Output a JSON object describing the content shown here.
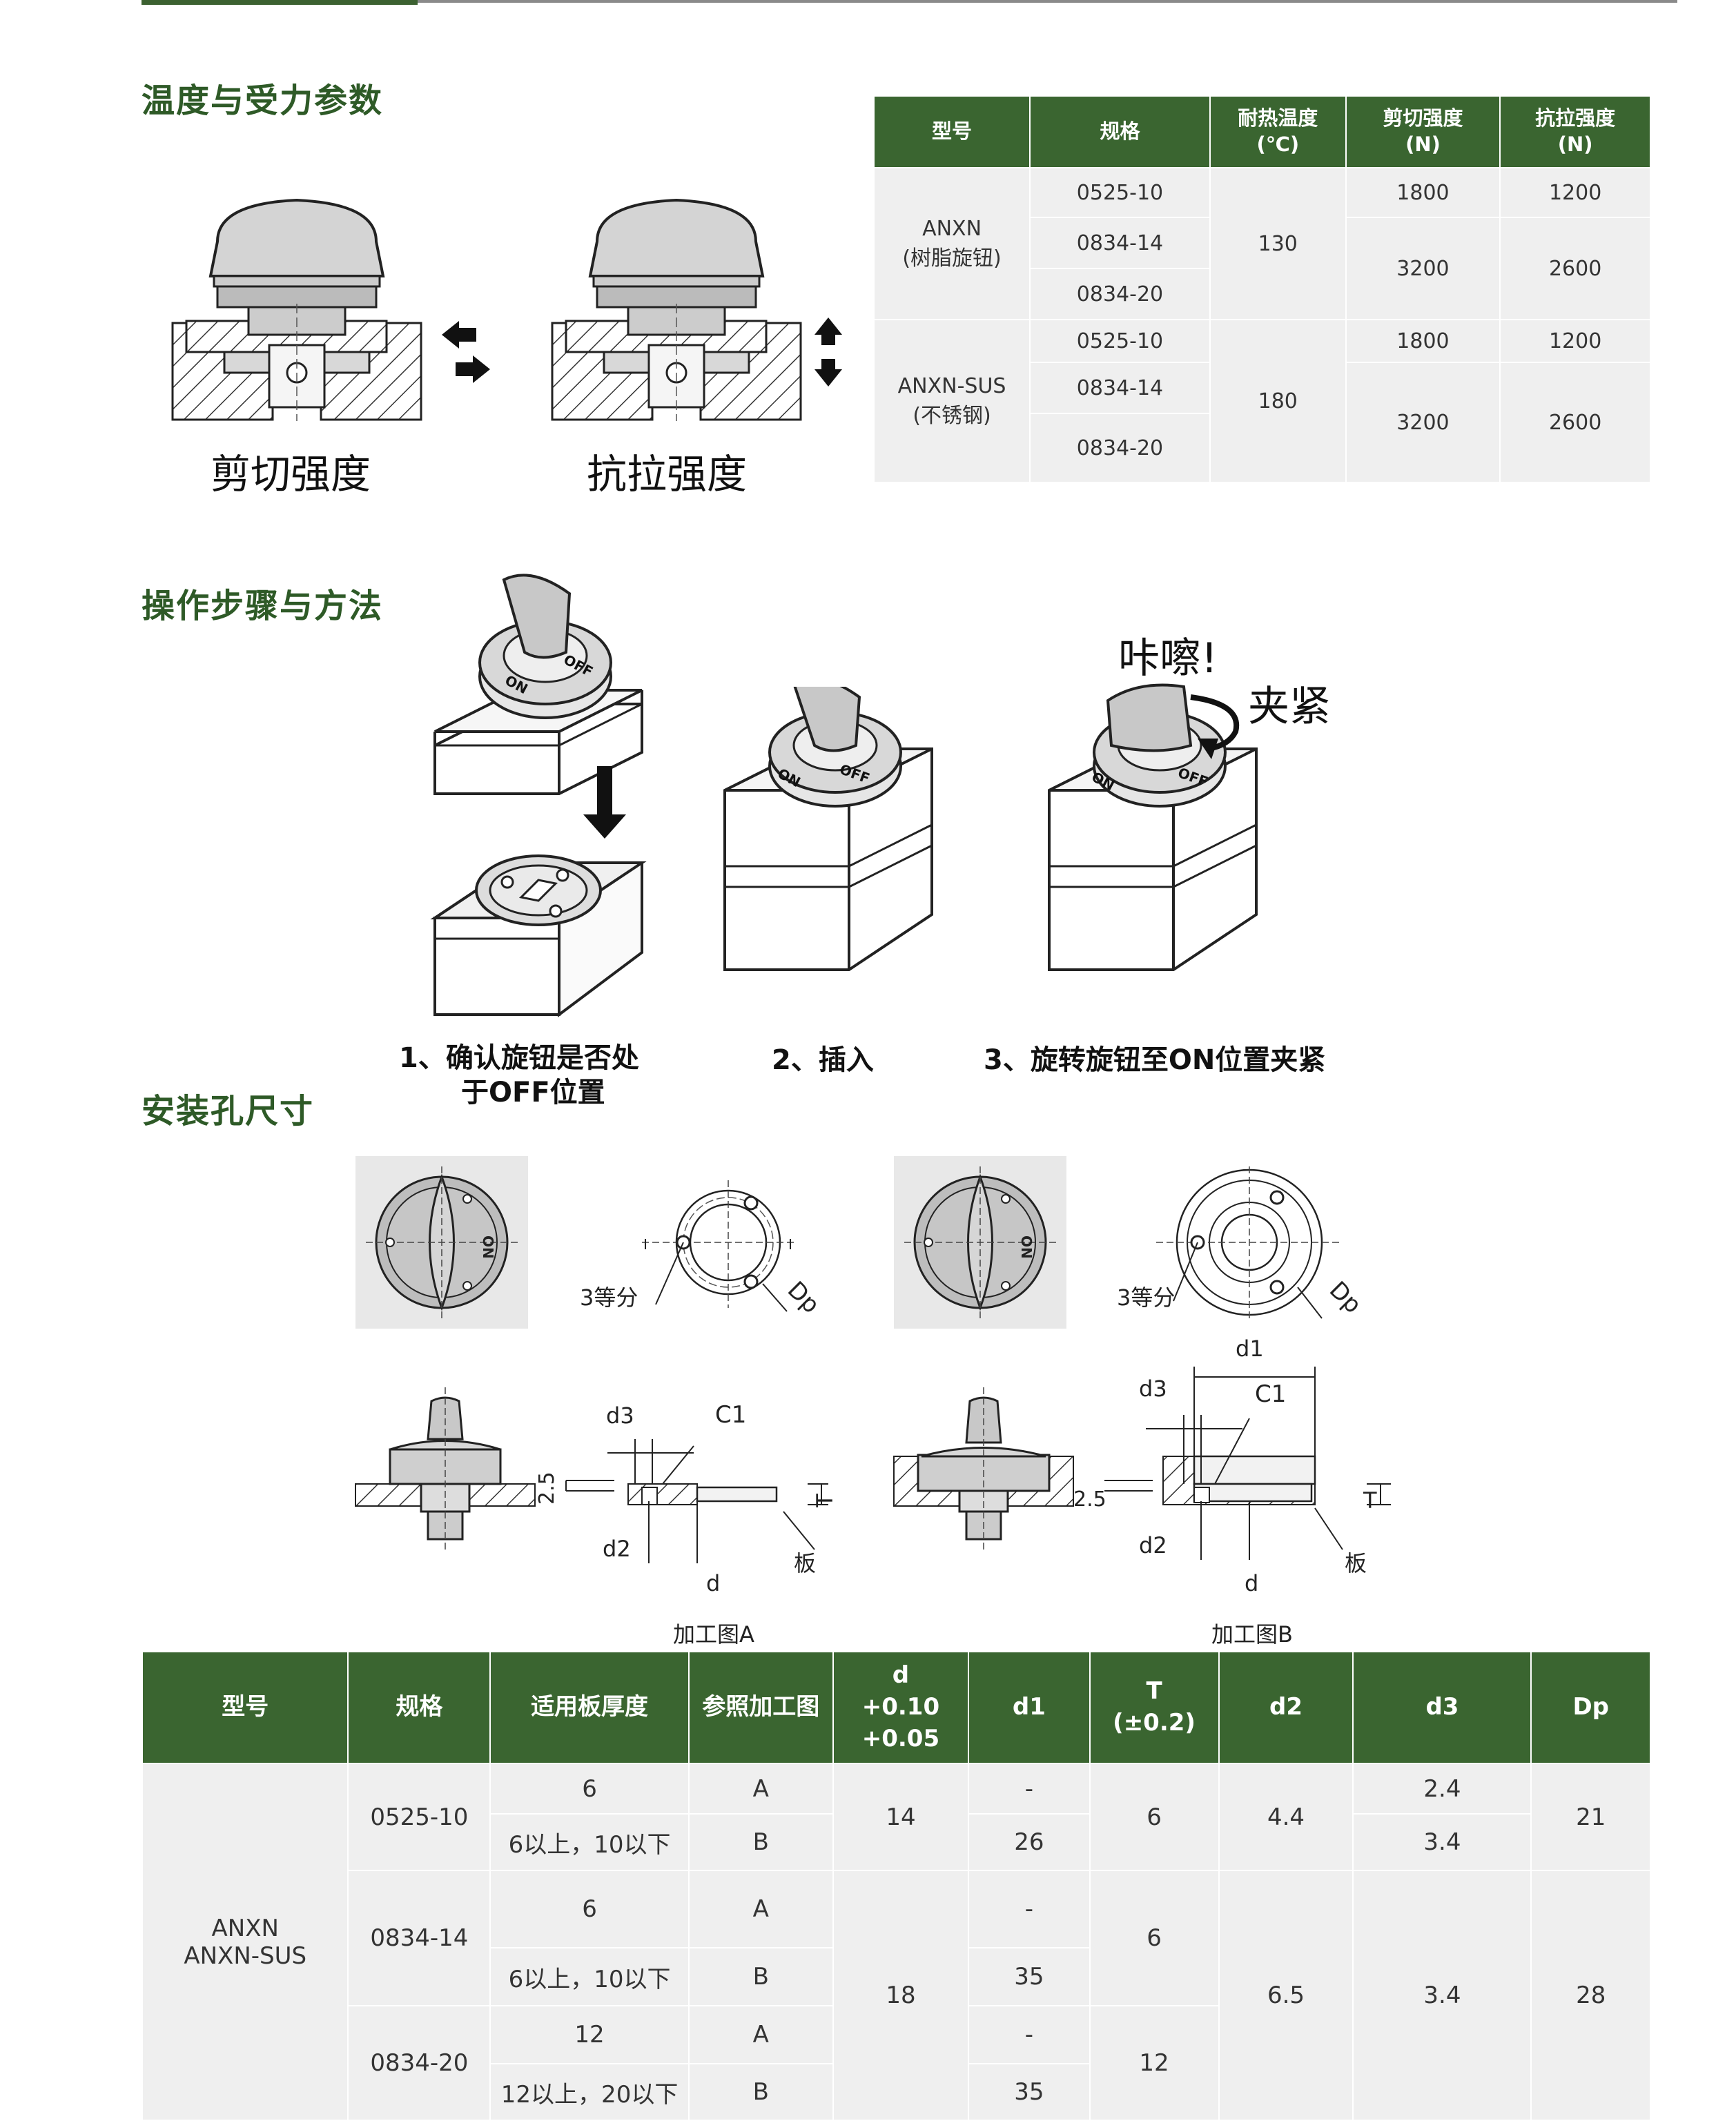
{
  "sections": {
    "temp_force": "温度与受力参数",
    "operation": "操作步骤与方法",
    "install_hole": "安装孔尺寸"
  },
  "diagram_labels": {
    "shear": "剪切强度",
    "tensile": "抗拉强度",
    "click": "咔嚓!",
    "clamp": "夹紧",
    "step1_line1": "1、确认旋钮是否处",
    "step1_line2": "于OFF位置",
    "step2": "2、插入",
    "step3": "3、旋转旋钮至ON位置夹紧",
    "equal3": "3等分",
    "dp": "Dp",
    "d1": "d1",
    "d2": "d2",
    "d3": "d3",
    "d": "d",
    "c1": "C1",
    "t": "T",
    "h25": "2.5",
    "plate": "板",
    "fig_a": "加工图A",
    "fig_b": "加工图B",
    "on": "ON",
    "off": "OFF"
  },
  "table1": {
    "headers": [
      "型号",
      "规格",
      "耐热温度\n(℃)",
      "剪切强度\n(N)",
      "抗拉强度\n(N)"
    ],
    "model1": "ANXN",
    "model1_sub": "(树脂旋钮)",
    "model2": "ANXN-SUS",
    "model2_sub": "(不锈钢)",
    "specs": [
      "0525-10",
      "0834-14",
      "0834-20"
    ],
    "temp1": "130",
    "temp2": "180",
    "shear_a": "1800",
    "shear_b": "3200",
    "tensile_a": "1200",
    "tensile_b": "2600"
  },
  "table2": {
    "headers": {
      "model": "型号",
      "spec": "规格",
      "thickness": "适用板厚度",
      "ref": "参照加工图",
      "d_line1": "d",
      "d_line2": "+0.10",
      "d_line3": "+0.05",
      "d1": "d1",
      "t_line1": "T",
      "t_line2": "(±0.2)",
      "d2": "d2",
      "d3": "d3",
      "dp": "Dp"
    },
    "model_line1": "ANXN",
    "model_line2": "ANXN-SUS",
    "rows": [
      {
        "spec": "0525-10",
        "thick_a": "6",
        "ref_a": "A",
        "thick_b": "6以上，10以下",
        "ref_b": "B",
        "d": "14",
        "d1_a": "-",
        "d1_b": "26",
        "t": "6",
        "d2": "4.4",
        "d3_a": "2.4",
        "d3_b": "3.4",
        "dp": "21"
      },
      {
        "spec": "0834-14",
        "thick_a": "6",
        "ref_a": "A",
        "thick_b": "6以上，10以下",
        "ref_b": "B",
        "d1_a": "-",
        "d1_b": "35",
        "t": "6"
      },
      {
        "spec": "0834-20",
        "thick_a": "12",
        "ref_a": "A",
        "thick_b": "12以上，20以下",
        "ref_b": "B",
        "d1_a": "-",
        "d1_b": "35",
        "t": "12"
      }
    ],
    "d_big": "18",
    "d2_big": "6.5",
    "d3_big": "3.4",
    "dp_big": "28"
  }
}
